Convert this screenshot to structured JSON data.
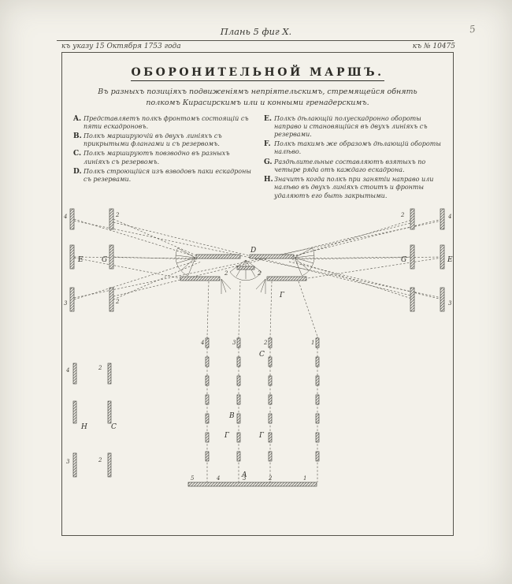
{
  "page": {
    "corner_number": "5",
    "header": {
      "center": "Плань 5 фиг X.",
      "left": "къ указу 15 Октября 1753 года",
      "right": "къ № 10475"
    },
    "title": "ОБОРОНИТЕЛЬНОЙ МАРШЪ.",
    "subtitle": {
      "line1": "Въ разныхъ позиціяхъ подвиженіямъ непріятельскимъ, стремящейся обнять",
      "line2": "полкомъ Кирасирскимъ или и конными гренадерскимъ."
    }
  },
  "legend": {
    "left": [
      {
        "key": "A.",
        "text": "Представляетъ полкъ фронтомъ состоящій съ пяти ескадроновъ."
      },
      {
        "key": "B.",
        "text": "Полкъ маршируючій въ двухъ линіяхъ съ прикрытыми флангами и съ резервомъ."
      },
      {
        "key": "C.",
        "text": "Полкъ маршируютъ повзводно въ разныхъ линіяхъ съ резервомъ."
      },
      {
        "key": "D.",
        "text": "Полкъ строющійся изъ взводовъ паки ескадроны съ резервами."
      }
    ],
    "right": [
      {
        "key": "E.",
        "text": "Полкъ дѣлающій полуескадронно обороты направо и становящійся въ двухъ линіяхъ съ резервами."
      },
      {
        "key": "F.",
        "text": "Полкъ такимъ же образомъ дѣлающій обороты налѣво."
      },
      {
        "key": "G.",
        "text": "Раздѣлительные составляютъ взятыхъ по четыре ряда отъ каждаго ескадрона."
      },
      {
        "key": "H.",
        "text": "Значитъ когда полкъ при занятіи направо или налѣво въ двухъ линіяхъ стоитъ и фронты удаляютъ его быть закрытыми."
      }
    ]
  },
  "diagram": {
    "edge_left": {
      "top_outer": "4",
      "top_inner": "2",
      "mid_outer": "E",
      "mid_inner": "G",
      "bot_outer": "3",
      "bot_inner": "2"
    },
    "edge_right": {
      "top_inner": "2",
      "top_outer": "4",
      "mid_inner": "G",
      "mid_outer": "E",
      "bot_outer": "3"
    },
    "center": {
      "d": "D",
      "g": "Г",
      "n1": "2",
      "n2": "2"
    },
    "columns": {
      "n1": "4",
      "n2": "3",
      "n3": "2",
      "n4": "1",
      "c": "C",
      "b": "B",
      "g1": "Г",
      "g2": "Г"
    },
    "bottom": {
      "a": "A",
      "n5": "5",
      "n4": "4",
      "n3": "3",
      "n2": "2",
      "n1": "1"
    },
    "lower_left": {
      "n4": "4",
      "n2": "2",
      "h": "Н",
      "s": "С",
      "n3": "3",
      "n2b": "2"
    }
  }
}
